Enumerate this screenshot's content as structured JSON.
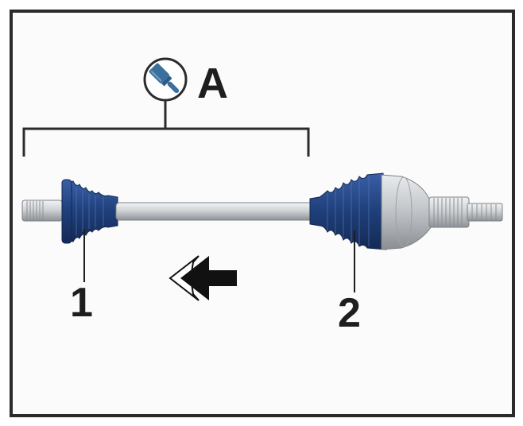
{
  "labels": {
    "group": "A",
    "part1": "1",
    "part2": "2"
  },
  "icons": {
    "lubricant": "grease-brush-icon",
    "direction": "arrow-left-icon"
  },
  "colors": {
    "boot": "#1f3f7a",
    "shaft": "#c9cdd1",
    "frame": "#2b2b2b"
  }
}
